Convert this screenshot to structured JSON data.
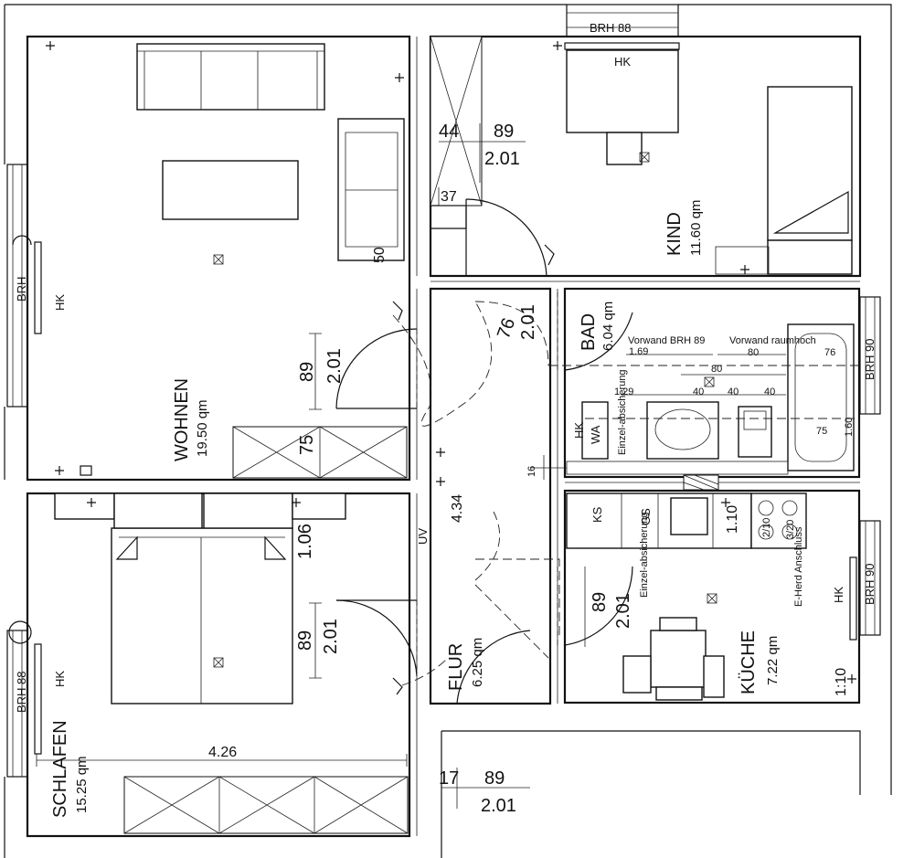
{
  "rooms": {
    "wohnen": {
      "name": "WOHNEN",
      "area": "19.50 qm"
    },
    "kind": {
      "name": "KIND",
      "area": "11.60 qm"
    },
    "bad": {
      "name": "BAD",
      "area": "6.04 qm"
    },
    "flur": {
      "name": "FLUR",
      "area": "6.25 qm"
    },
    "kueche": {
      "name": "KÜCHE",
      "area": "7.22 qm"
    },
    "schlafen": {
      "name": "SCHLAFEN",
      "area": "15.25 qm"
    }
  },
  "labels": {
    "hk": "HK",
    "brh": "BRH",
    "brh88": "BRH 88",
    "brh90": "BRH 90",
    "uv": "UV",
    "ks": "KS",
    "gs": "GS",
    "wa": "WA",
    "e_herd": "E-Herd Anschluss",
    "einzel_bad": "Einzel-absicherung",
    "einzel_kueche": "Einzel-absicherung",
    "vorwand_brh": "Vorwand BRH 89",
    "vorwand_raum": "Vorwand raumhoch",
    "ring_2_10": "2/10",
    "ring_3_20": "3/20"
  },
  "dims": {
    "d_44": "44",
    "d_89_kind": "89",
    "d_201_kind": "2.01",
    "d_37": "37",
    "d_50": "50",
    "d_89_wohnen": "89",
    "d_201_wohnen": "2.01",
    "d_75_wohnen": "75",
    "d_76_bad": "76",
    "d_201_bad": "2.01",
    "d_169": "1.69",
    "d_80_a": "80",
    "d_80_b": "80",
    "d_76_tub": "76",
    "d_129": "1.29",
    "d_40_a": "40",
    "d_40_b": "40",
    "d_40_c": "40",
    "d_75_bad": "75",
    "d_160": "1.60",
    "d_16": "16",
    "d_434": "4.34",
    "d_106": "1.06",
    "d_89_schlafen": "89",
    "d_201_schlafen": "2.01",
    "d_89_kueche": "89",
    "d_201_kueche": "2.01",
    "d_110_a": "1.10",
    "d_110_b": "1:10",
    "d_426": "4.26",
    "d_17": "17",
    "d_89_entry": "89",
    "d_201_entry": "2.01"
  }
}
